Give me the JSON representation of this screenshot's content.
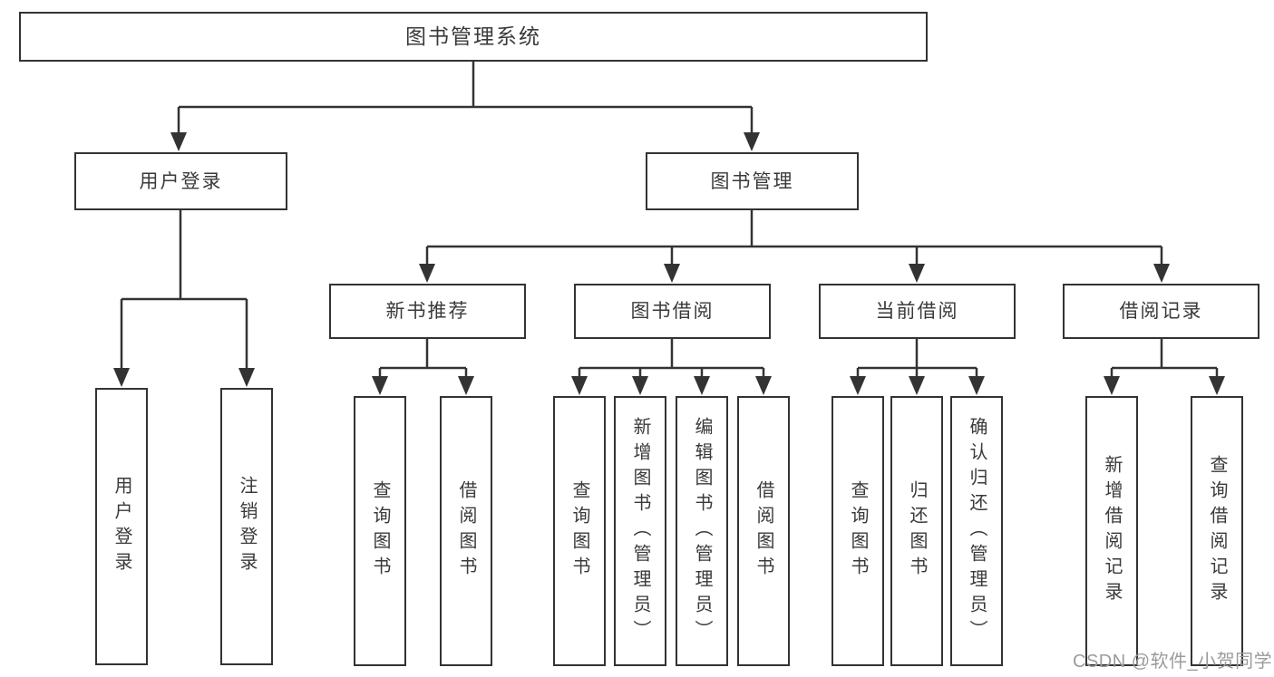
{
  "diagram": {
    "title": "图书管理系统",
    "root": {
      "label": "图书管理系统"
    },
    "level2": [
      {
        "label": "用户登录"
      },
      {
        "label": "图书管理"
      }
    ],
    "level3": [
      {
        "label": "新书推荐"
      },
      {
        "label": "图书借阅"
      },
      {
        "label": "当前借阅"
      },
      {
        "label": "借阅记录"
      }
    ],
    "leaves": {
      "user_login": [
        {
          "label": "用户登录"
        },
        {
          "label": "注销登录"
        }
      ],
      "new_book_recommend": [
        {
          "label": "查询图书"
        },
        {
          "label": "借阅图书"
        }
      ],
      "book_borrow": [
        {
          "label": "查询图书"
        },
        {
          "label": "新增图书（管理员）"
        },
        {
          "label": "编辑图书（管理员）"
        },
        {
          "label": "借阅图书"
        }
      ],
      "current_borrow": [
        {
          "label": "查询图书"
        },
        {
          "label": "归还图书"
        },
        {
          "label": "确认归还（管理员）"
        }
      ],
      "borrow_record": [
        {
          "label": "新增借阅记录"
        },
        {
          "label": "查询借阅记录"
        }
      ]
    }
  },
  "watermark": {
    "text": "CSDN @软件_小贺同学"
  },
  "colors": {
    "line": "#333333",
    "text": "#3a3a3a",
    "background": "#ffffff",
    "watermark": "#9b9b9b"
  }
}
